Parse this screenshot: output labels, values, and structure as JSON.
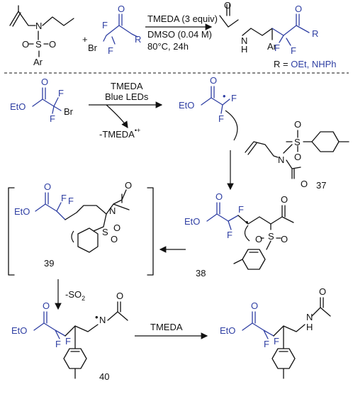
{
  "top_reaction": {
    "reagents": {
      "line1": "TMEDA (3 equiv)",
      "line2": "DMSO (0.04 M)",
      "line3": "80°C, 24h"
    },
    "plus": "+",
    "r_prefix": "R = ",
    "r_values": "OEt, NHPh"
  },
  "atoms": {
    "N": "N",
    "S": "S",
    "O": "O",
    "Ar": "Ar",
    "Br": "Br",
    "F": "F",
    "R": "R",
    "H": "H",
    "EtO": "EtO",
    "radical_dot": "•"
  },
  "mechanism": {
    "step1_line1": "TMEDA",
    "step1_line2": "Blue LEDs",
    "byproduct": "-TMEDA",
    "byproduct_charge": "•+",
    "so2_loss": "-SO",
    "so2_sub": "2",
    "final_reagent": "TMEDA"
  },
  "compound_labels": {
    "c37": "37",
    "c38": "38",
    "c39": "39",
    "c40": "40"
  },
  "colors": {
    "blue": "#2f3fa3",
    "black": "#111111"
  }
}
